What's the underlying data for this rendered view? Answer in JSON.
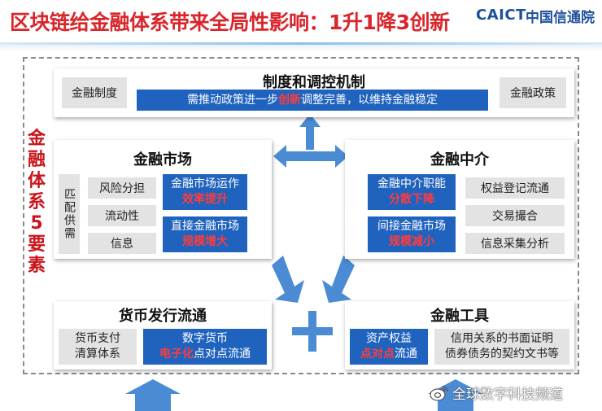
{
  "header": {
    "title": "区块链给金融体系带来全局性影响：1升1降3创新",
    "logo_en": "CAICT",
    "logo_zh": "中国信通院"
  },
  "side_title": "金融体系5要素",
  "top_panel": {
    "title": "制度和调控机制",
    "left_label": "金融制度",
    "right_label": "金融政策",
    "banner_before": "需推动政策进一步",
    "banner_highlight": "创新",
    "banner_after": "调整完善，以维持金融稳定"
  },
  "market_panel": {
    "title": "金融市场",
    "vertical_label": "匹配供需",
    "items": [
      "风险分担",
      "流动性",
      "信息"
    ],
    "box1_line1": "金融市场运作",
    "box1_line2": "效率提升",
    "box2_line1": "直接金融市场",
    "box2_line2": "规模增大"
  },
  "intermediary_panel": {
    "title": "金融中介",
    "box1_line1": "金融中介职能",
    "box1_line2": "分散下降",
    "box2_line1": "间接金融市场",
    "box2_line2": "规模减小",
    "items": [
      "权益登记流通",
      "交易撮合",
      "信息采集分析"
    ]
  },
  "currency_panel": {
    "title": "货币发行流通",
    "gray_line1": "货币支付",
    "gray_line2": "清算体系",
    "blue_line1": "数字货币",
    "blue_highlight": "电子化",
    "blue_after": "点对点流通"
  },
  "tools_panel": {
    "title": "金融工具",
    "blue_line1": "资产权益",
    "blue_highlight": "点对点",
    "blue_after": "流通",
    "gray_line1": "信用关系的书面证明",
    "gray_line2": "债券债务的契约文书等"
  },
  "watermark": "全球数字科技频道",
  "colors": {
    "title_red": "#d8262b",
    "brand_blue": "#1e4f9c",
    "box_blue": "#1f63bf",
    "arrow_blue": "#4a8bd4",
    "arrow_red": "#c9151b",
    "highlight_red": "#ff3c3c"
  }
}
